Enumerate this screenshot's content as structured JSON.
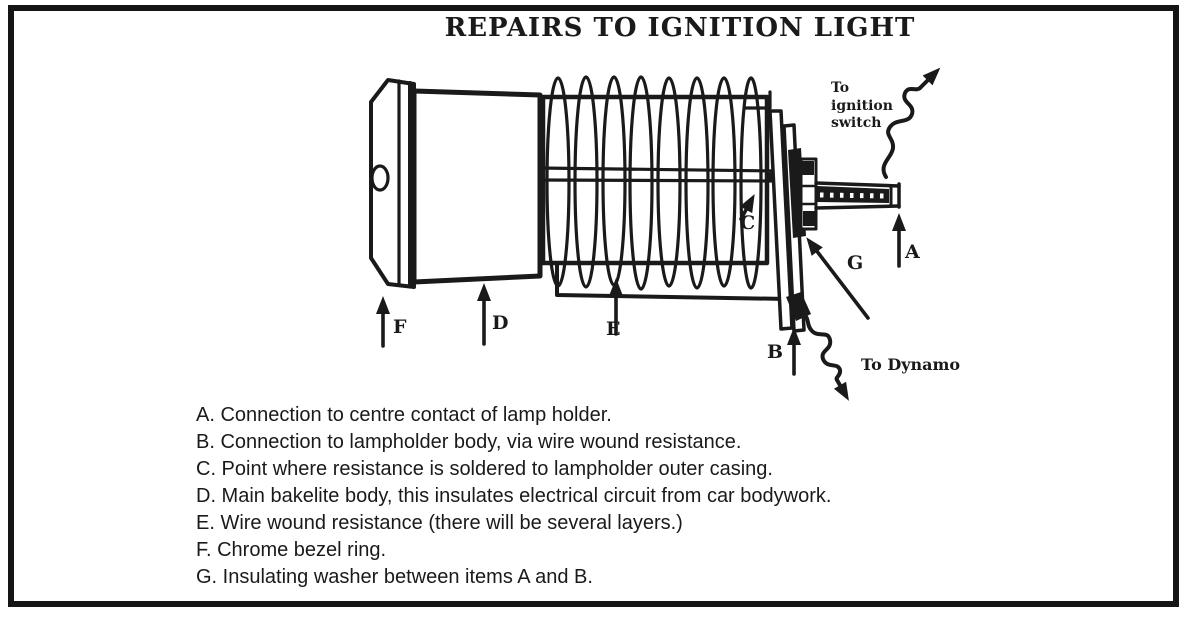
{
  "title": "REPAIRS TO IGNITION LIGHT",
  "diagram": {
    "callouts": {
      "a": "A",
      "b": "B",
      "c": "C",
      "d": "D",
      "e": "E",
      "f": "F",
      "g": "G"
    },
    "wire_labels": {
      "ignition_switch": "To\nignition\nswitch",
      "dynamo": "To Dynamo"
    }
  },
  "legend": {
    "items": [
      "A. Connection to centre contact of lamp holder.",
      "B. Connection to lampholder body, via wire wound resistance.",
      "C. Point where resistance is soldered to lampholder outer casing.",
      "D. Main bakelite body, this insulates electrical circuit from car bodywork.",
      "E. Wire wound resistance (there will be several layers.)",
      "F. Chrome bezel ring.",
      "G. Insulating washer between items A and B."
    ]
  },
  "colors": {
    "ink": "#1a1a1a",
    "paper": "#ffffff"
  }
}
